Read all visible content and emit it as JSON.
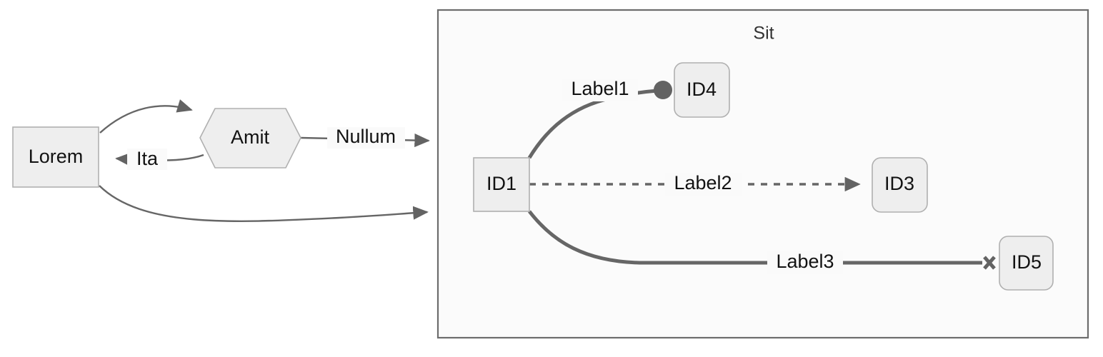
{
  "diagram": {
    "type": "flowchart",
    "background": "#ffffff",
    "node_fill": "#eeeeee",
    "node_stroke": "#b0b0b0",
    "edge_color": "#666666",
    "cluster_stroke": "#6d6d6d",
    "cluster_fill": "#fbfbfb",
    "text_color": "#121212"
  },
  "cluster": {
    "title": "Sit",
    "name": "subgraph-sit"
  },
  "nodes": [
    {
      "id": "lorem",
      "label": "Lorem",
      "shape": "rectangle"
    },
    {
      "id": "amit",
      "label": "Amit",
      "shape": "hexagon"
    },
    {
      "id": "id1",
      "label": "ID1",
      "shape": "rectangle"
    },
    {
      "id": "id4",
      "label": "ID4",
      "shape": "rounded-rectangle"
    },
    {
      "id": "id3",
      "label": "ID3",
      "shape": "rounded-rectangle"
    },
    {
      "id": "id5",
      "label": "ID5",
      "shape": "rounded-rectangle"
    }
  ],
  "edges": [
    {
      "id": "e1",
      "from": "lorem",
      "to": "amit",
      "label": "",
      "style": "solid",
      "end_marker": "arrow"
    },
    {
      "id": "e2",
      "from": "amit",
      "to": "lorem",
      "label": "Ita",
      "style": "solid",
      "end_marker": "arrow"
    },
    {
      "id": "e3",
      "from": "amit",
      "to": "id1",
      "label": "Nullum",
      "style": "solid",
      "end_marker": "arrow"
    },
    {
      "id": "e4",
      "from": "lorem",
      "to": "id1",
      "label": "",
      "style": "solid",
      "end_marker": "arrow"
    },
    {
      "id": "e5",
      "from": "id1",
      "to": "id4",
      "label": "Label1",
      "style": "thick",
      "end_marker": "circle"
    },
    {
      "id": "e6",
      "from": "id1",
      "to": "id3",
      "label": "Label2",
      "style": "dotted",
      "end_marker": "arrow"
    },
    {
      "id": "e7",
      "from": "id1",
      "to": "id5",
      "label": "Label3",
      "style": "thick",
      "end_marker": "cross"
    }
  ]
}
